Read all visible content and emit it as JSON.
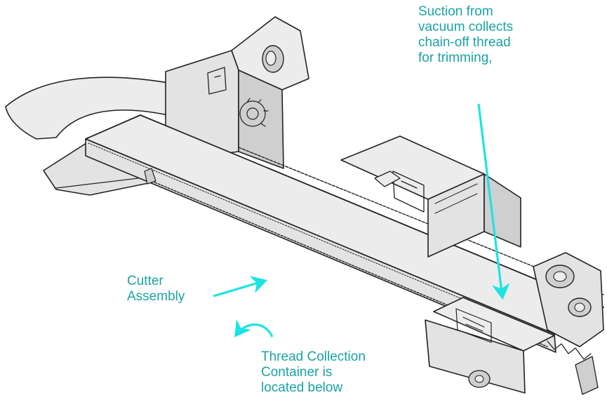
{
  "colors": {
    "label_text": "#1aa3a3",
    "arrow": "#1de3e3",
    "part_fill": "#e3e3e3",
    "part_fill_light": "#ececec",
    "part_fill_dark": "#cfcfcf",
    "part_stroke": "#222222"
  },
  "labels": {
    "suction": {
      "lines": [
        "Suction from",
        "vacuum collects",
        "chain-off thread",
        "for trimming,"
      ]
    },
    "cutter": {
      "lines": [
        "Cutter",
        "Assembly"
      ]
    },
    "thread_container": {
      "lines": [
        "Thread Collection",
        "Container is",
        "located below"
      ]
    }
  },
  "icons": {
    "suction_arrow": "straight-arrow-down",
    "cutter_arrow": "straight-arrow-up-right",
    "thread_arrow": "curved-arrow-down-left"
  }
}
